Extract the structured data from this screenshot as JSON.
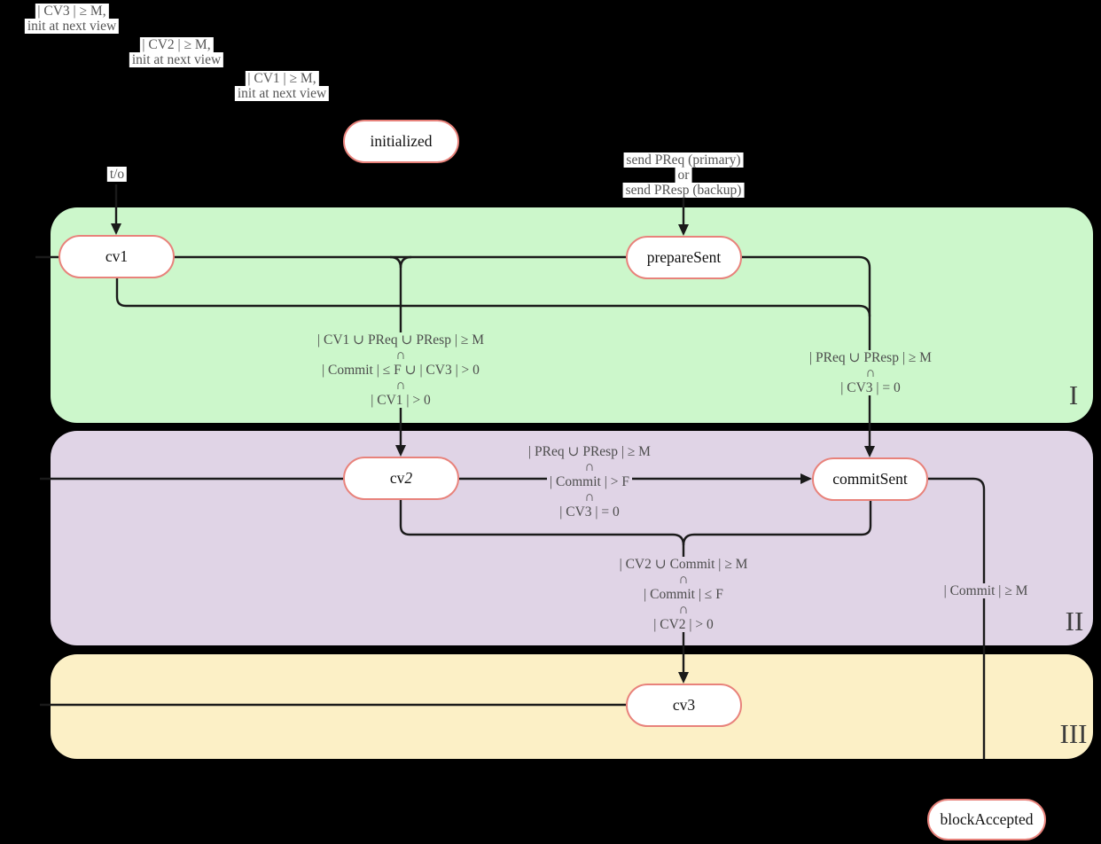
{
  "figure": {
    "background": "#000000",
    "line_color": "#1a1a1a",
    "label_text_color": "#4d4d4d",
    "node_style": {
      "fill": "#ffffff",
      "border": "#e8827b",
      "text_color": "#111111"
    },
    "phases": [
      {
        "numeral": "I",
        "fill": "#ccf7cb"
      },
      {
        "numeral": "II",
        "fill": "#e0d4e6"
      },
      {
        "numeral": "III",
        "fill": "#fcf0c6"
      }
    ],
    "states": {
      "initialized": {
        "label": "initialized"
      },
      "cv1": {
        "label": "cv1"
      },
      "prepareSent": {
        "label": "prepareSent"
      },
      "cv2": {
        "label": "cv",
        "label_italic": "2"
      },
      "commitSent": {
        "label": "commitSent"
      },
      "cv3": {
        "label": "cv3"
      },
      "blockAccepted": {
        "label": "blockAccepted"
      }
    },
    "labels": {
      "cv3_reset": {
        "lines": [
          "| CV3 | ≥ M,",
          "init at next view"
        ]
      },
      "cv2_reset": {
        "lines": [
          "| CV2 | ≥ M,",
          "init at next view"
        ]
      },
      "cv1_reset": {
        "lines": [
          "| CV1 | ≥ M,",
          "init at next view"
        ]
      },
      "timeout": {
        "lines": [
          "t/o"
        ]
      },
      "send_prepare": {
        "lines": [
          "send PReq (primary)",
          "or",
          "send PResp (backup)"
        ]
      },
      "cond_to_cv2": {
        "lines": [
          "| CV1 ∪ PReq ∪ PResp | ≥ M",
          "∩",
          "| Commit | ≤ F ∪ | CV3 | > 0",
          "∩",
          "| CV1 | > 0"
        ]
      },
      "cond_prepare_commit": {
        "lines": [
          "| PReq ∪ PResp | ≥ M",
          "∩",
          "| CV3 | = 0"
        ]
      },
      "cond_cv2_commit": {
        "lines": [
          "| PReq ∪ PResp | ≥ M",
          "∩",
          "| Commit | > F",
          "∩",
          "| CV3 | = 0"
        ]
      },
      "cond_to_cv3": {
        "lines": [
          "| CV2 ∪ Commit | ≥ M",
          "∩",
          "| Commit | ≤ F",
          "∩",
          "| CV2 | > 0"
        ]
      },
      "cond_commit_m": {
        "lines": [
          "| Commit | ≥ M"
        ]
      }
    }
  }
}
